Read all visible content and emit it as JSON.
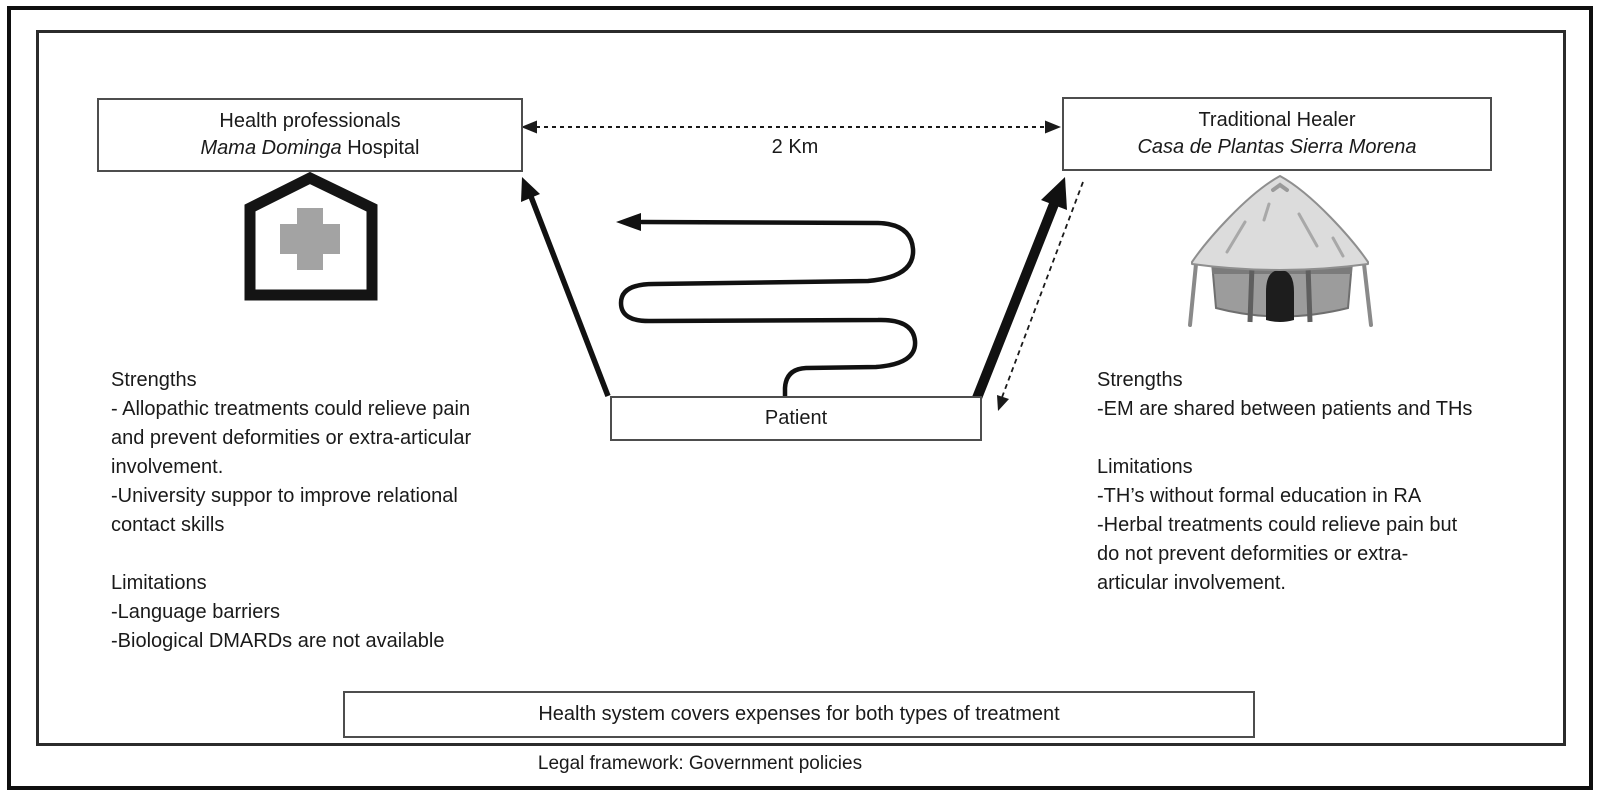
{
  "figure": {
    "hp_box": {
      "line1": "Health professionals",
      "name_italic": "Mama Dominga",
      "name_rest": " Hospital"
    },
    "th_box": {
      "line1": "Traditional Healer",
      "line2": "Casa de Plantas Sierra Morena"
    },
    "distance_label": "2 Km",
    "patient_label": "Patient",
    "left_notes": "Strengths\n- Allopathic treatments could relieve pain\nand prevent deformities or extra-articular\ninvolvement.\n-University suppor to improve relational\ncontact skills\n\nLimitations\n-Language barriers\n-Biological DMARDs are not available",
    "right_notes": "Strengths\n-EM are shared between patients and THs\n\nLimitations\n-TH’s without formal education in RA\n-Herbal treatments could relieve pain but\ndo not prevent deformities or extra-\narticular involvement.",
    "bottom_box_label": "Health system covers expenses for both types of treatment",
    "footer_label": "Legal framework: Government policies",
    "icons": {
      "hospital": "hospital-building-icon",
      "hut": "traditional-hut-icon"
    },
    "colors": {
      "ink": "#1a1a1a",
      "frame_black": "#0f0f0f",
      "box_border_gray": "#4d4d4d",
      "hospital_cross_gray": "#a3a3a3",
      "hut_roof_gray": "#dcdcdc",
      "hut_body_gray": "#9c9c9c"
    }
  }
}
